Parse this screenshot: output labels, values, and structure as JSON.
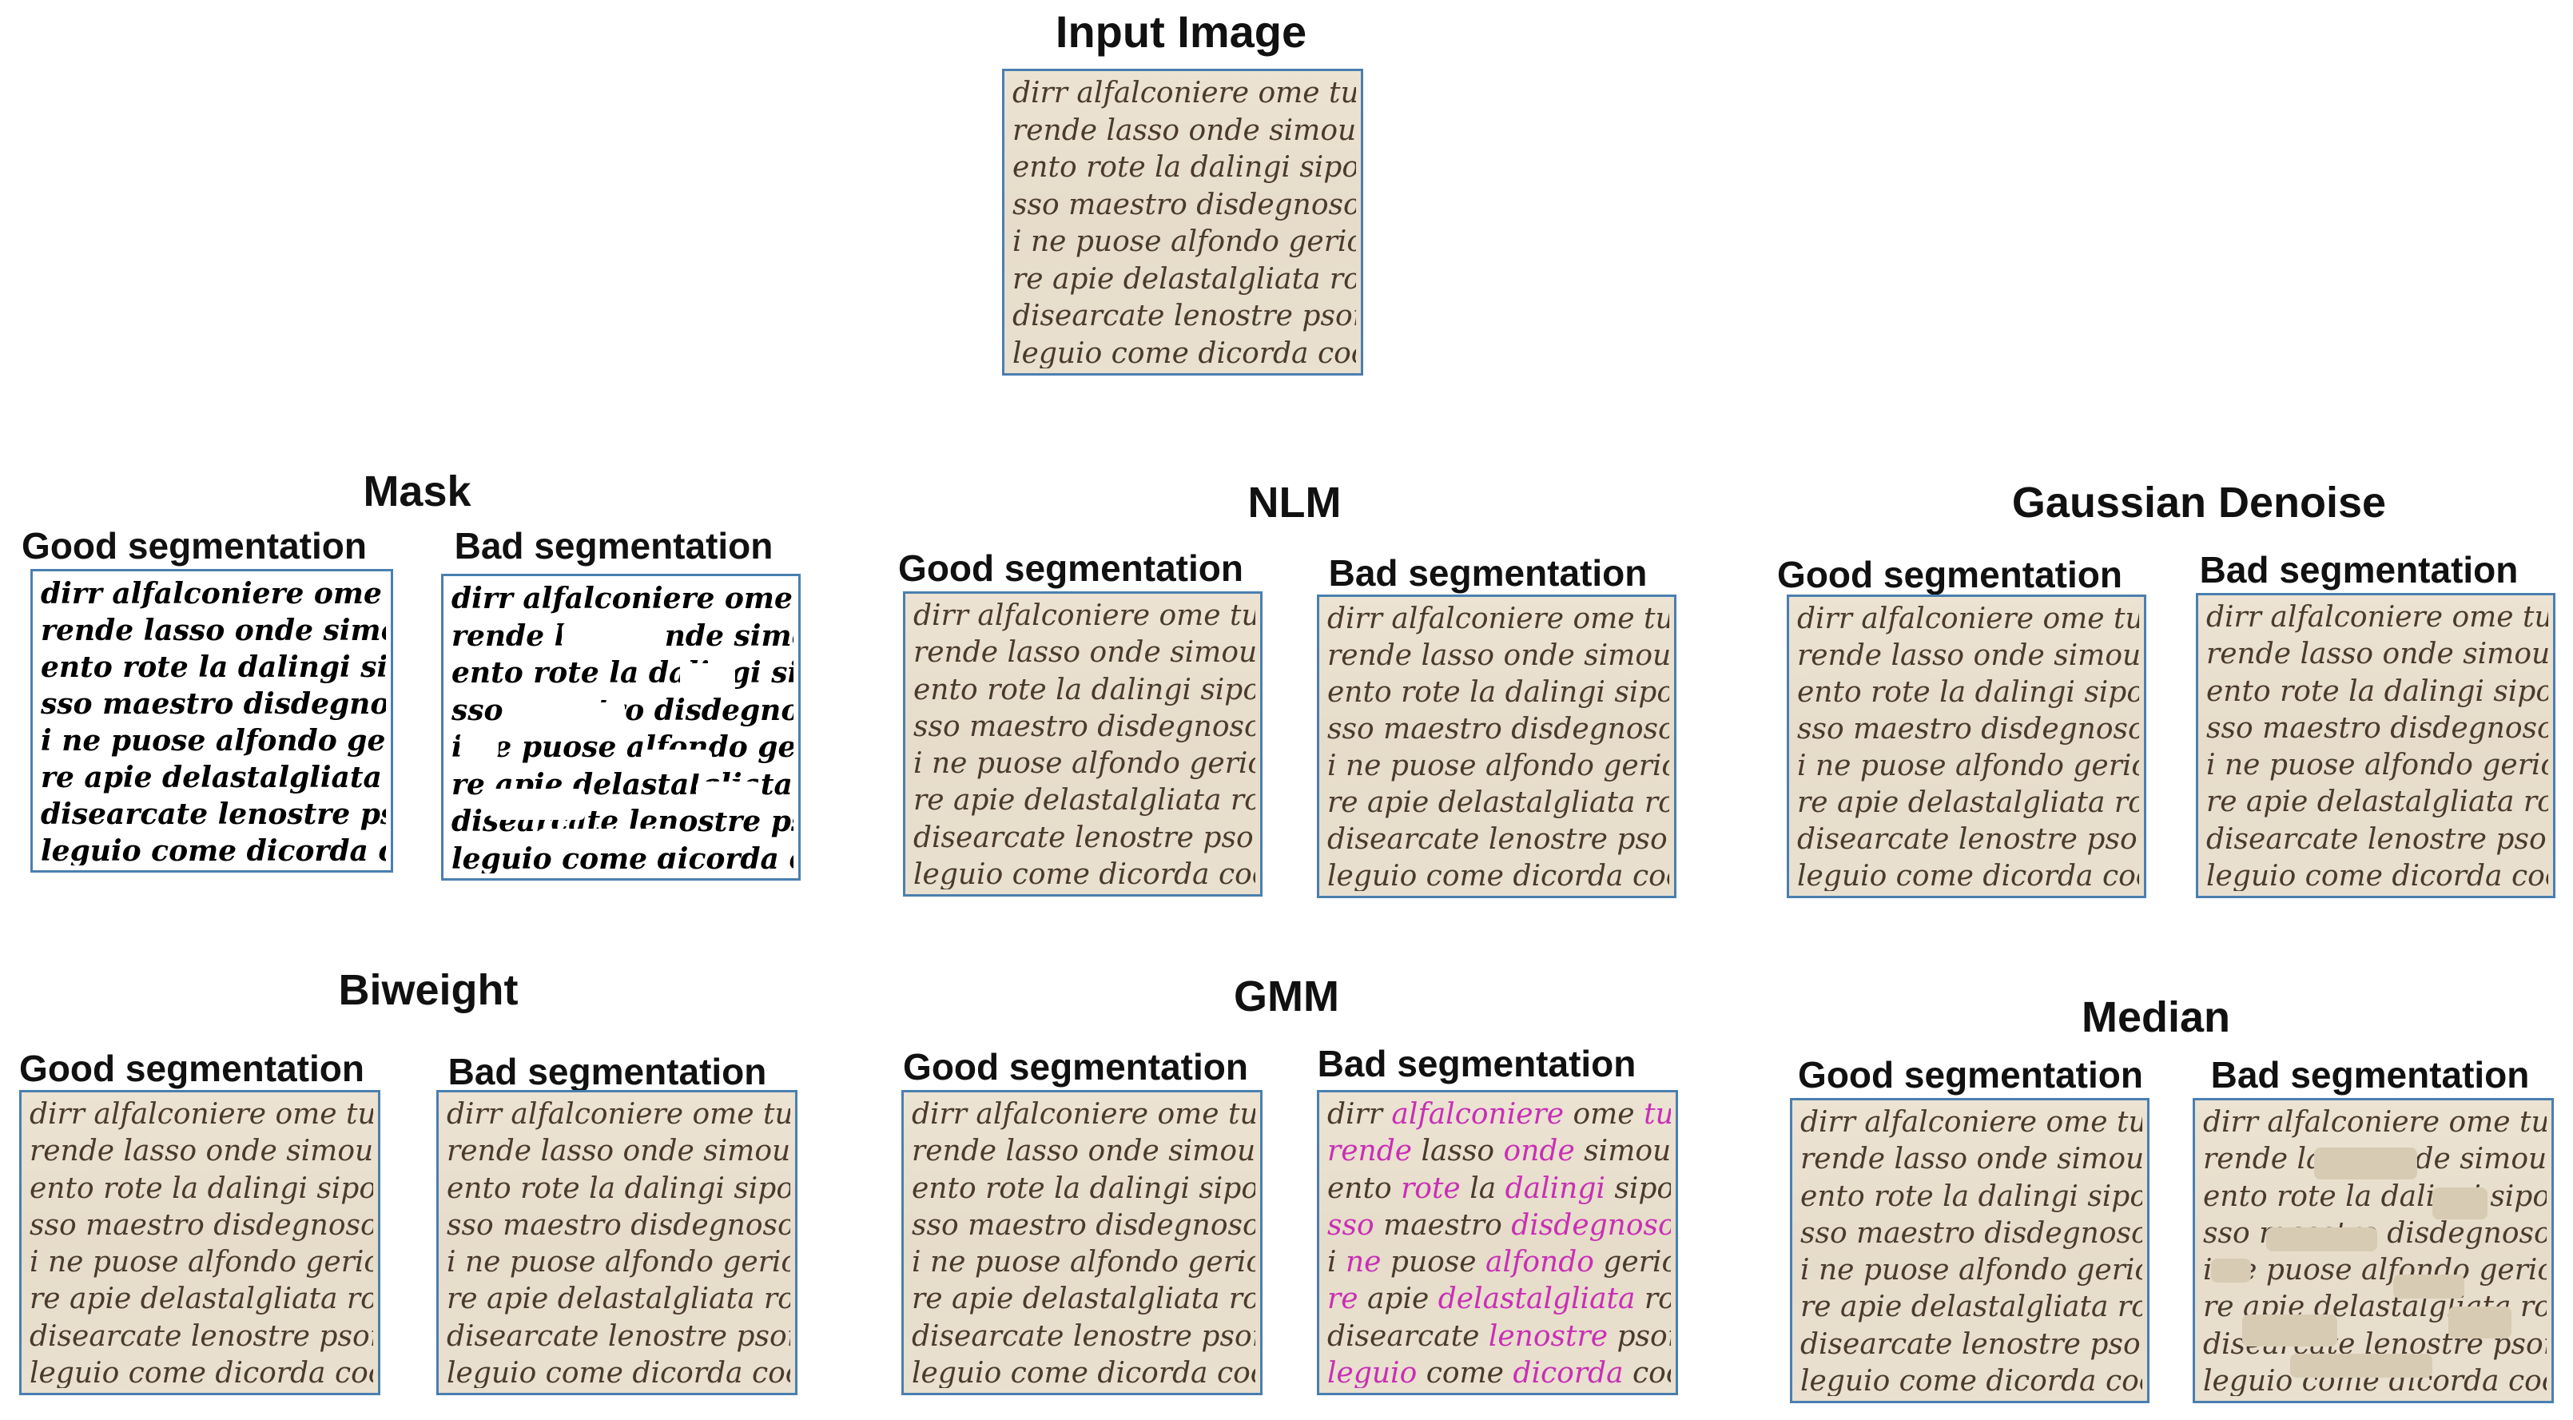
{
  "input": {
    "title": "Input Image"
  },
  "sections": {
    "mask": {
      "title": "Mask",
      "good": "Good segmentation",
      "bad": "Bad segmentation"
    },
    "nlm": {
      "title": "NLM",
      "good": "Good segmentation",
      "bad": "Bad segmentation"
    },
    "gaussian": {
      "title": "Gaussian Denoise",
      "good": "Good segmentation",
      "bad": "Bad segmentation"
    },
    "biweight": {
      "title": "Biweight",
      "good": "Good segmentation",
      "bad": "Bad segmentation"
    },
    "gmm": {
      "title": "GMM",
      "good": "Good segmentation",
      "bad": "Bad segmentation"
    },
    "median": {
      "title": "Median",
      "good": "Good segmentation",
      "bad": "Bad segmentation"
    }
  },
  "manuscript_lines": [
    "dirr alfalconiere ome tucali",
    "rende lasso onde simoue isnello",
    "ento rote la dalingi sipone",
    "sso maestro disdegnoso esello",
    "i ne puose alfondo gerione",
    "re apie delastalgliata rocha",
    "disearcate lenostre psone",
    "leguio come dicorda cocha"
  ],
  "colors": {
    "parchment": "#e8dfcd",
    "ink": "#4a3a2e",
    "border": "#4a7fb0",
    "gmm_highlight": "#c82fb5"
  }
}
